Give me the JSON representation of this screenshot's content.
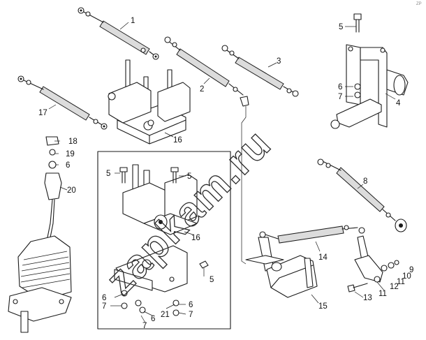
{
  "watermark": "zapkam.ru",
  "corner_mark": "ZP",
  "callouts": {
    "p1": "1",
    "p2": "2",
    "p3": "3",
    "p4": "4",
    "p5a": "5",
    "p5b": "5",
    "p5c": "5",
    "p5d": "5",
    "p6a": "6",
    "p6b": "6",
    "p6c": "6",
    "p6d": "6",
    "p6e": "6",
    "p7a": "7",
    "p7b": "7",
    "p7c": "7",
    "p8": "8",
    "p9": "9",
    "p10": "10",
    "p11a": "11",
    "p11b": "11",
    "p12": "12",
    "p13": "13",
    "p14": "14",
    "p15": "15",
    "p16a": "16",
    "p16b": "16",
    "p17": "17",
    "p18": "18",
    "p19": "19",
    "p20": "20",
    "p21": "21"
  }
}
